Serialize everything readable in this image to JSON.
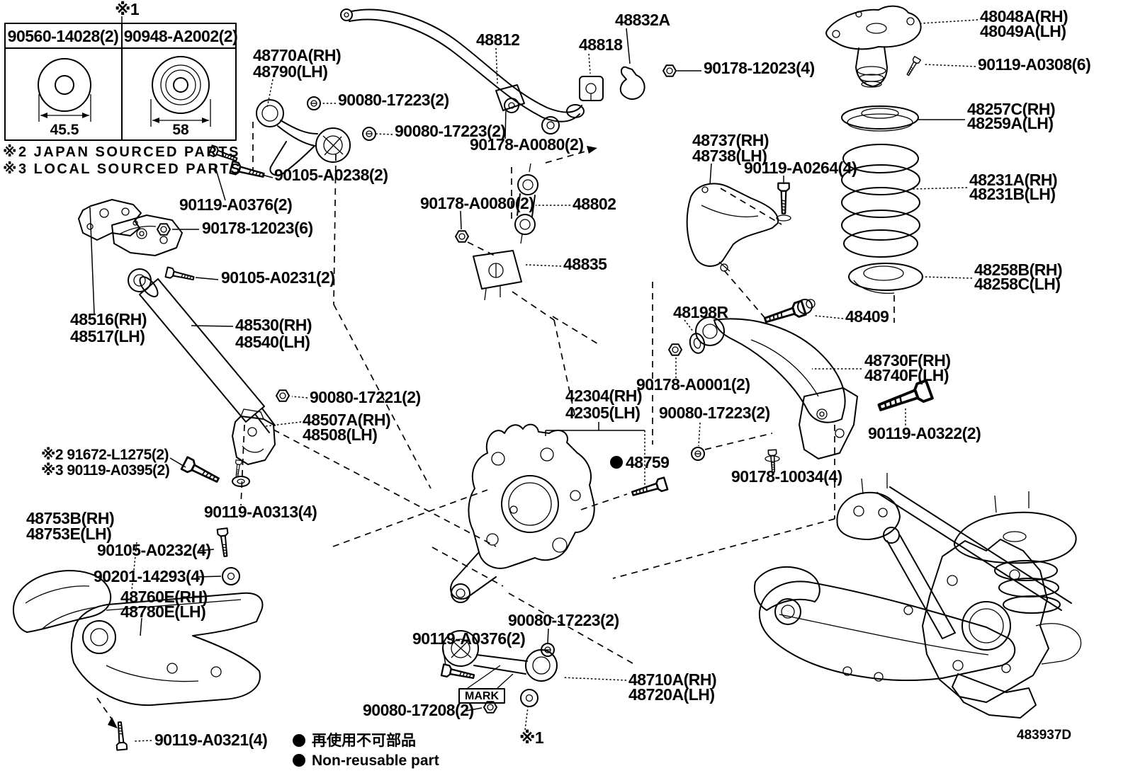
{
  "diagram": {
    "figure_code": "483937D",
    "ref_marker_top": "※1",
    "ref_table": {
      "columns": [
        {
          "part_no": "90560-14028(2)",
          "diameter": "45.5"
        },
        {
          "part_no": "90948-A2002(2)",
          "diameter": "58"
        }
      ]
    },
    "notes": [
      "※2 JAPAN SOURCED PARTS",
      "※3 LOCAL SOURCED PARTS"
    ],
    "legend": {
      "jp": "再使用不可部品",
      "en": "Non-reusable part"
    },
    "mark_box": "MARK",
    "labels": [
      "48770A(RH)",
      "48790(LH)",
      "90080-17223(2)",
      "90080-17223(2)",
      "48812",
      "48818",
      "48832A",
      "90178-12023(4)",
      "90178-A0080(2)",
      "90178-A0080(2)",
      "90105-A0238(2)",
      "90119-A0376(2)",
      "90178-12023(6)",
      "90105-A0231(2)",
      "48516(RH)",
      "48517(LH)",
      "48530(RH)",
      "48540(LH)",
      "90080-17221(2)",
      "48507A(RH)",
      "48508(LH)",
      "※2 91672-L1275(2)",
      "※3 90119-A0395(2)",
      "90119-A0313(4)",
      "48753B(RH)",
      "48753E(LH)",
      "90105-A0232(4)",
      "90201-14293(4)",
      "48760E(RH)",
      "48780E(LH)",
      "90119-A0321(4)",
      "90119-A0376(2)",
      "90080-17223(2)",
      "48710A(RH)",
      "48720A(LH)",
      "90080-17208(2)",
      "※1",
      "42304(RH)",
      "42305(LH)",
      "48759",
      "48198R",
      "90178-A0001(2)",
      "90080-17223(2)",
      "90178-10034(4)",
      "48730F(RH)",
      "48740F(LH)",
      "90119-A0322(2)",
      "48409",
      "90119-A0264(4)",
      "48737(RH)",
      "48738(LH)",
      "48048A(RH)",
      "48049A(LH)",
      "90119-A0308(6)",
      "48257C(RH)",
      "48259A(LH)",
      "48231A(RH)",
      "48231B(LH)",
      "48258B(RH)",
      "48258C(LH)",
      "48802",
      "48835"
    ]
  }
}
